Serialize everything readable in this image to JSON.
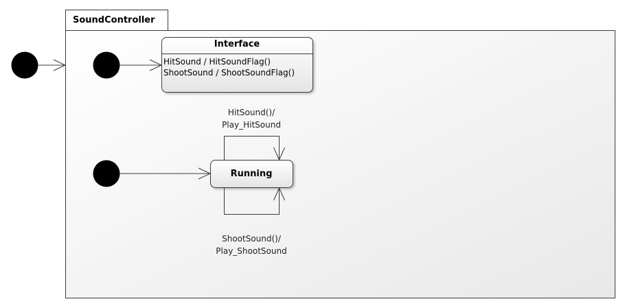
{
  "container": {
    "title": "SoundController"
  },
  "interface_state": {
    "title": "Interface",
    "lines": [
      "HitSound / HitSoundFlag()",
      "ShootSound / ShootSoundFlag()"
    ]
  },
  "running_state": {
    "title": "Running"
  },
  "transitions": {
    "hit": {
      "line1": "HitSound()/",
      "line2": "Play_HitSound"
    },
    "shoot": {
      "line1": "ShootSound()/",
      "line2": "Play_ShootSound"
    }
  },
  "colors": {
    "stroke": "#3a3a3a",
    "node_fill": "#000000",
    "container_fill_top": "#ffffff",
    "container_fill_bottom": "#ebebeb"
  }
}
